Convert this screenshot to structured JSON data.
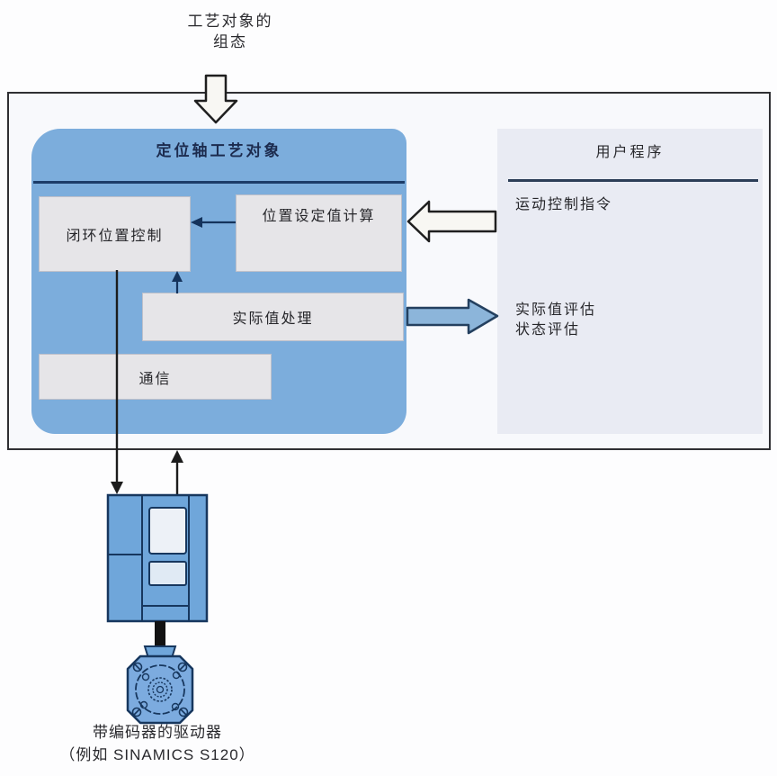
{
  "colors": {
    "page-bg": "#fdfdfe",
    "outer-bg": "#f8f9fc",
    "blue-box": "#7caddc",
    "panel-bg": "#e9ebf3",
    "block-bg": "#e6e5e8",
    "drive-fill": "#6fa6da",
    "arrow-blue": "#8cb5da",
    "arrow-white": "#f8f7f3",
    "line-dark": "#1c1c1c",
    "navy": "#17375e"
  },
  "top": {
    "line1": "工艺对象的",
    "line2": "组态"
  },
  "tech_object": {
    "title": "定位轴工艺对象",
    "blocks": {
      "position_control": "闭环位置控制",
      "setpoint_calc": "位置设定值计算",
      "actual_value": "实际值处理",
      "communication": "通信"
    }
  },
  "user_program": {
    "title": "用户程序",
    "motion_commands": "运动控制指令",
    "actual_value_eval": "实际值评估",
    "status_eval": "状态评估"
  },
  "drive": {
    "caption_line1": "带编码器的驱动器",
    "caption_line2": "（例如 SINAMICS S120）"
  }
}
